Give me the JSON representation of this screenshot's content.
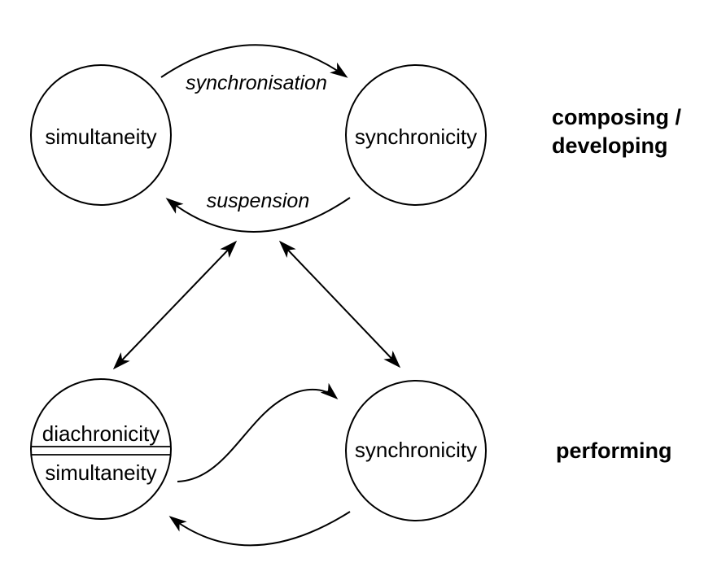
{
  "diagram": {
    "colors": {
      "background": "#ffffff",
      "line": "#000000",
      "text": "#000000"
    },
    "nodes": {
      "top_left": {
        "label": "simultaneity"
      },
      "top_right": {
        "label": "synchronicity"
      },
      "bottom_left": {
        "top_label": "diachronicity",
        "bottom_label": "simultaneity"
      },
      "bottom_right": {
        "label": "synchronicity"
      }
    },
    "edge_labels": {
      "synchronisation": "synchronisation",
      "suspension": "suspension"
    },
    "side_labels": {
      "composing_line1": "composing /",
      "composing_line2": "developing",
      "performing": "performing"
    }
  }
}
